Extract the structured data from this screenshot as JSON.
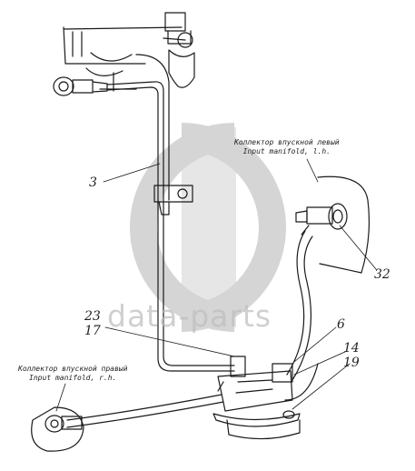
{
  "watermark": {
    "text": "data-parts",
    "color": "#bdbdbd"
  },
  "callouts": {
    "part_3": "3",
    "part_23": "23",
    "part_17": "17",
    "part_6": "6",
    "part_14": "14",
    "part_19": "19",
    "part_32": "32"
  },
  "notes": {
    "left_manifold": {
      "ru": "Коллектор впускной левый",
      "en": "Input manifold, l.h."
    },
    "right_manifold": {
      "ru": "Коллектор впускной правый",
      "en": "Input manifold, r.h."
    }
  },
  "colors": {
    "ink": "#1a1a1a",
    "watermark": "#c8c8c8"
  }
}
